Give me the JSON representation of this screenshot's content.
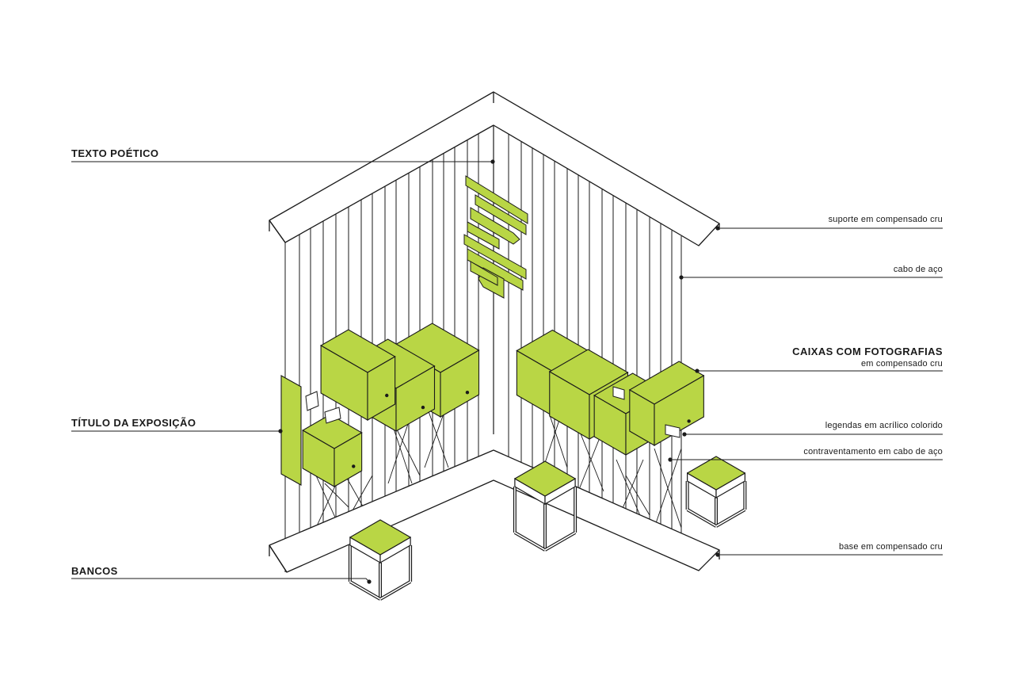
{
  "colors": {
    "accent": "#b9d645",
    "line": "#1a1a1a",
    "background": "#ffffff"
  },
  "labels": {
    "left": {
      "texto_poetico": "TEXTO POÉTICO",
      "titulo_exposicao": "TÍTULO DA EXPOSIÇÃO",
      "bancos": "BANCOS"
    },
    "right": {
      "suporte": "suporte em compensado cru",
      "cabo": "cabo de aço",
      "caixas_title": "CAIXAS COM FOTOGRAFIAS",
      "caixas_sub": "em compensado cru",
      "legendas": "legendas em acrílico colorido",
      "contraventamento": "contraventamento em cabo de aço",
      "base": "base em compensado cru"
    }
  }
}
